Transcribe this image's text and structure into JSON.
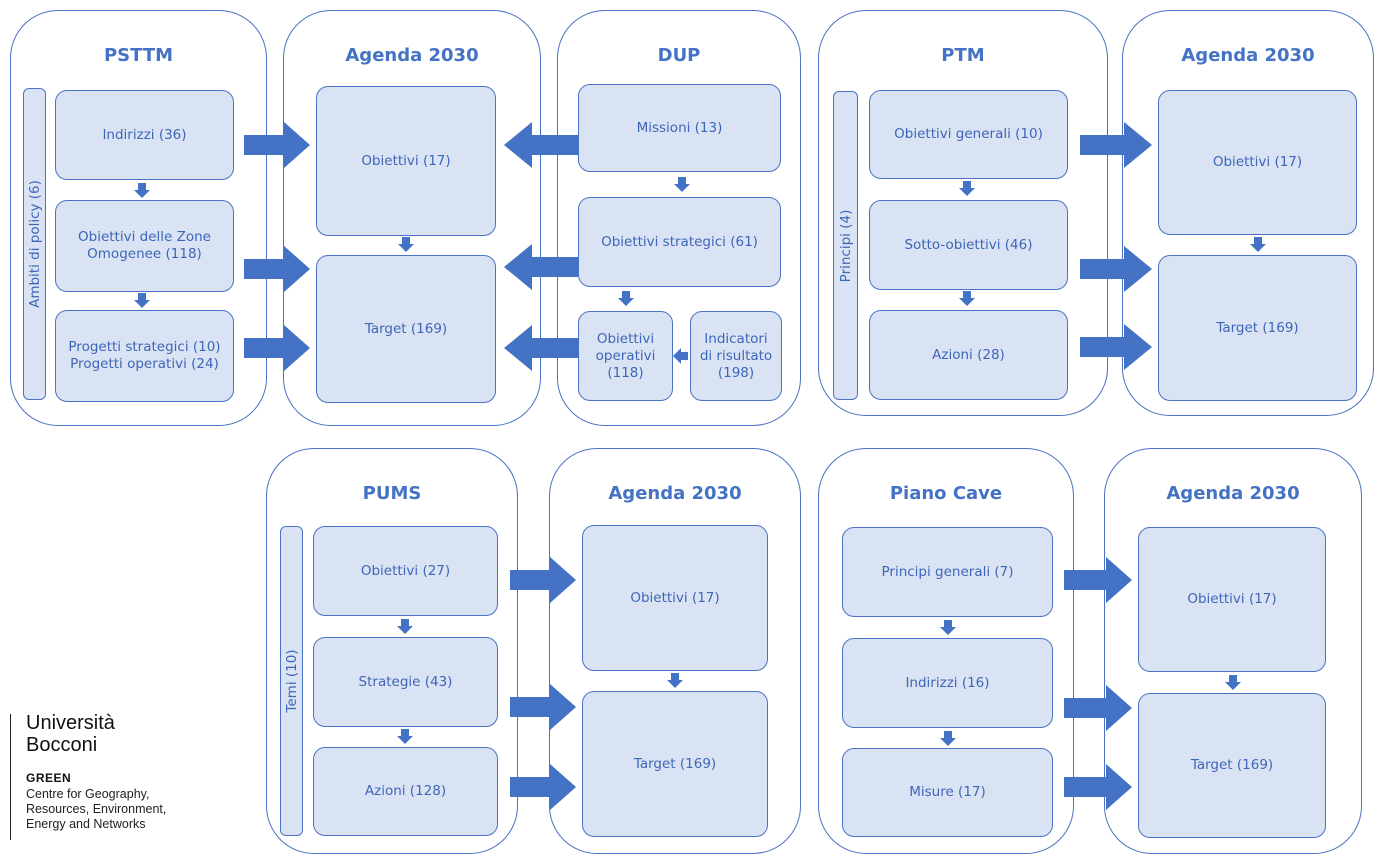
{
  "colors": {
    "accent": "#4472c4",
    "box_fill": "#dae3f3",
    "box_border": "#4a72c4",
    "text": "#3e66b8"
  },
  "pstm": {
    "title": "PSTTM",
    "side_label": "Ambiti di policy (6)",
    "indirizzi": "Indirizzi (36)",
    "obiettivi_zone": "Obiettivi delle Zone\nOmogenee (118)",
    "progetti": "Progetti strategici (10)\nProgetti operativi (24)"
  },
  "agenda1": {
    "title": "Agenda 2030",
    "obiettivi": "Obiettivi (17)",
    "target": "Target (169)"
  },
  "dup": {
    "title": "DUP",
    "missioni": "Missioni (13)",
    "obiettivi_strategici": "Obiettivi strategici (61)",
    "obiettivi_operativi": "Obiettivi\noperativi\n(118)",
    "indicatori": "Indicatori\ndi risultato\n(198)"
  },
  "ptm": {
    "title": "PTM",
    "side_label": "Principi (4)",
    "obiettivi_generali": "Obiettivi generali (10)",
    "sotto_obiettivi": "Sotto-obiettivi (46)",
    "azioni": "Azioni (28)"
  },
  "agenda2": {
    "title": "Agenda 2030",
    "obiettivi": "Obiettivi (17)",
    "target": "Target (169)"
  },
  "pums": {
    "title": "PUMS",
    "side_label": "Temi (10)",
    "obiettivi": "Obiettivi (27)",
    "strategie": "Strategie (43)",
    "azioni": "Azioni (128)"
  },
  "agenda3": {
    "title": "Agenda 2030",
    "obiettivi": "Obiettivi (17)",
    "target": "Target (169)"
  },
  "cave": {
    "title": "Piano Cave",
    "principi": "Principi generali (7)",
    "indirizzi": "Indirizzi (16)",
    "misure": "Misure (17)"
  },
  "agenda4": {
    "title": "Agenda 2030",
    "obiettivi": "Obiettivi (17)",
    "target": "Target (169)"
  },
  "logo": {
    "name": "Università\nBocconi",
    "unit": "GREEN",
    "description": "Centre for Geography,\nResources, Environment,\nEnergy and Networks"
  }
}
